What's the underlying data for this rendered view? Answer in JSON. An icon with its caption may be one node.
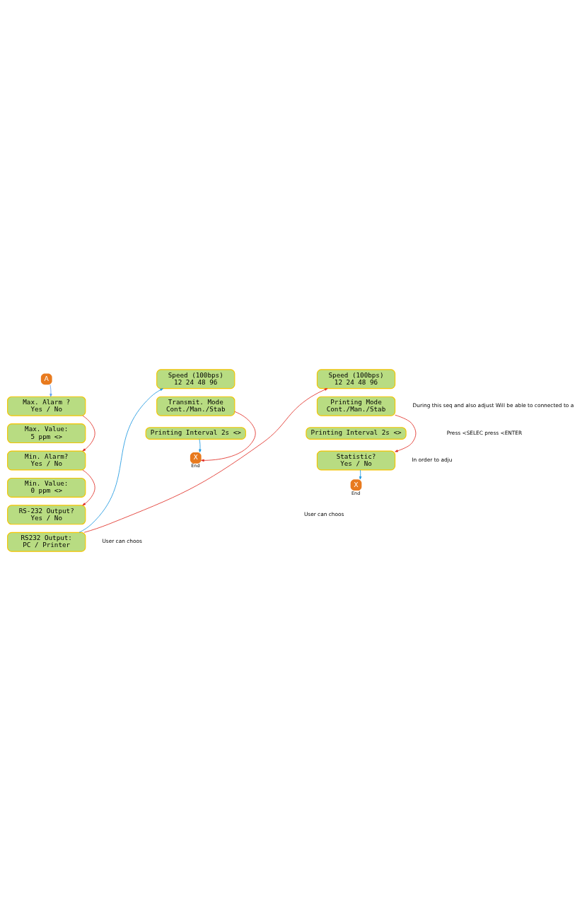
{
  "diagram": {
    "nodes": [
      {
        "text": [
          "A"
        ]
      },
      {
        "text": [
          "Max. Alarm ?",
          "Yes / No"
        ]
      },
      {
        "text": [
          "Max. Value:",
          "5 ppm <>"
        ]
      },
      {
        "text": [
          "Min. Alarm?",
          "Yes / No"
        ]
      },
      {
        "text": [
          "Min. Value:",
          "0 ppm <>"
        ]
      },
      {
        "text": [
          "RS-232 Output?",
          "Yes / No"
        ]
      },
      {
        "text": [
          "RS232 Output:",
          "PC / Printer"
        ]
      },
      {
        "text": [
          "Speed (100bps)",
          "12 24 48 96"
        ]
      },
      {
        "text": [
          "Transmit. Mode",
          "Cont./Man./Stab"
        ]
      },
      {
        "text": [
          "Printing Interval 2s <>"
        ]
      },
      {
        "text": [
          "X"
        ],
        "beside": [
          "End"
        ]
      },
      {
        "text": [
          "Speed (100bps)",
          "12 24 48 96"
        ]
      },
      {
        "text": [
          "Printing Mode",
          "Cont./Man./Stab"
        ]
      },
      {
        "text": [
          "Printing Interval 2s <>"
        ]
      },
      {
        "text": [
          "Statistic?",
          "Yes / No"
        ]
      },
      {
        "text": [
          "X"
        ],
        "beside": [
          "End"
        ]
      }
    ],
    "edges": [
      {
        "from": 0,
        "to": 1,
        "arrow": "to",
        "color": "#5b9bf0"
      },
      {
        "from": 1,
        "to": 3,
        "arrow": "to",
        "color": "#e02a22"
      },
      {
        "from": 3,
        "to": 5,
        "arrow": "to",
        "color": "#e02a22"
      },
      {
        "from": 6,
        "to": 7,
        "arrow": "to",
        "color": "#1a96e0"
      },
      {
        "from": 6,
        "to": 11,
        "arrow": "to",
        "color": "#e02a22"
      },
      {
        "from": 8,
        "to": 10,
        "arrow": "to",
        "color": "#e02a22"
      },
      {
        "from": 9,
        "to": 10,
        "arrow": "to",
        "color": "#1a96e0"
      },
      {
        "from": 12,
        "to": 14,
        "arrow": "to",
        "color": "#e02a22"
      },
      {
        "from": 14,
        "to": 15,
        "arrow": "to",
        "color": "#1a96e0"
      }
    ],
    "labels": [
      "During this seq and also adjust Will be able to connected to a",
      "Press <SELEC press <ENTER",
      "In order to adju",
      "User can choos",
      "User can choos"
    ]
  }
}
